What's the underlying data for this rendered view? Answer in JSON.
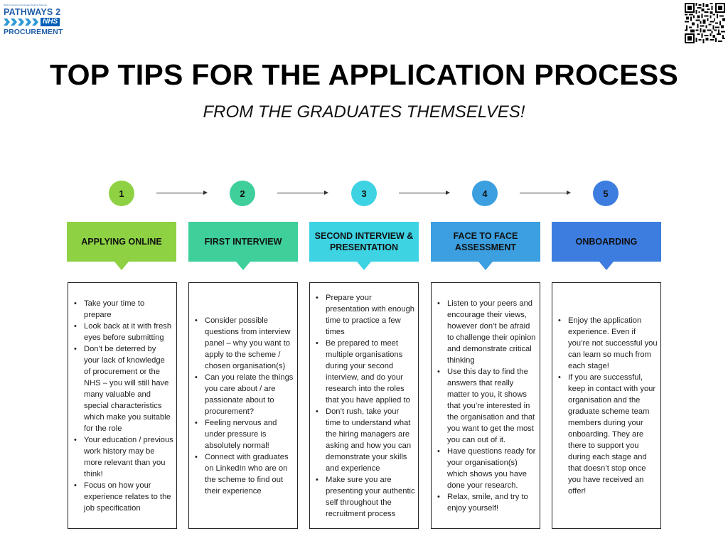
{
  "logo": {
    "small_text": "NHS Procurement Graduate Training Scheme",
    "line1": "PATHWAYS 2",
    "nhs": "NHS",
    "line3": "PROCUREMENT"
  },
  "title": "TOP TIPS FOR THE APPLICATION PROCESS",
  "subtitle": "FROM THE GRADUATES THEMSELVES!",
  "colors": {
    "step1": "#8ed244",
    "step2": "#3ecf9b",
    "step3": "#3dd3e3",
    "step4": "#3b9fe0",
    "step5": "#3d7de0"
  },
  "steps": [
    {
      "number": "1",
      "title": "APPLYING ONLINE",
      "tips": [
        "Take your time to prepare",
        "Look back at it with fresh eyes before submitting",
        "Don’t be deterred by your lack of knowledge of procurement or the NHS – you will still have many valuable and special characteristics which make you suitable for the role",
        "Your education / previous work history may be more relevant than you think!",
        "Focus on how your experience relates to the job specification"
      ]
    },
    {
      "number": "2",
      "title": "FIRST INTERVIEW",
      "tips": [
        "Consider possible questions from interview panel – why you want to apply to the scheme / chosen organisation(s)",
        "Can you relate the things you care about / are passionate about to procurement?",
        "Feeling nervous and under pressure is absolutely normal!",
        "Connect with graduates on LinkedIn who are on the scheme to find out their experience"
      ]
    },
    {
      "number": "3",
      "title": "SECOND INTERVIEW & PRESENTATION",
      "tips": [
        "Prepare your presentation with enough time to practice a few times",
        "Be prepared to meet multiple organisations during your second interview, and do your research into the roles that you have applied to",
        "Don’t rush, take your time to understand what the hiring managers are asking and how you can demonstrate your skills and experience",
        "Make sure you are presenting your authentic self throughout the recruitment process"
      ]
    },
    {
      "number": "4",
      "title": "FACE TO FACE ASSESSMENT",
      "tips": [
        "Listen to your peers and encourage their views, however don’t be afraid to challenge their opinion and demonstrate critical thinking",
        "Use this day to find the answers that really matter to you, it shows that you’re interested in the organisation and that you want to get the most you can out of it.",
        "Have questions ready for your organisation(s) which shows you have done your research.",
        "Relax, smile, and try to enjoy yourself!"
      ]
    },
    {
      "number": "5",
      "title": "ONBOARDING",
      "tips": [
        "Enjoy the application experience. Even if you’re not successful you can learn so much from each stage!",
        "If you are successful, keep in contact with your organisation and the graduate scheme team members during your onboarding. They are there to support you during each stage and that doesn’t stop once you have received an offer!"
      ]
    }
  ]
}
